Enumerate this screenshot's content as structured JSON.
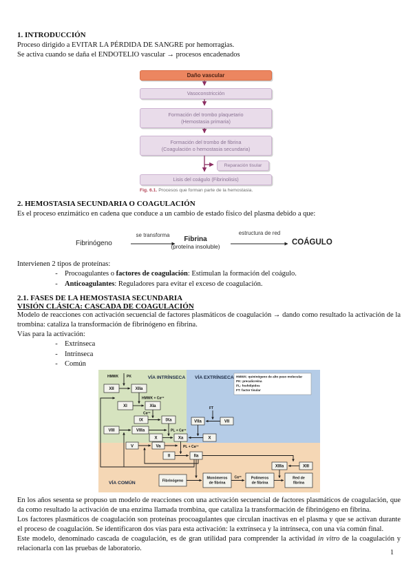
{
  "page": {
    "number": "1"
  },
  "colors": {
    "arrow_purple": "#8c2e62",
    "salmon_box": "#ec8660",
    "lavender_box": "#e9dcea",
    "intrinsic_bg": "#d6e3bf",
    "extrinsic_bg": "#b5cce7",
    "common_bg": "#f5d7b5"
  },
  "bullet": "-",
  "intro": {
    "heading": "1. INTRODUCCIÓN",
    "line1": "Proceso dirigido a EVITAR LA PÉRDIDA DE SANGRE por hemorragias.",
    "line2": "Se activa cuando se daña el ENDOTELIO vascular → procesos encadenados"
  },
  "fig1": {
    "box1": "Daño vascular",
    "box2": "Vasoconstricción",
    "box3_l1": "Formación del trombo plaquetario",
    "box3_l2": "(Hemostasia primaria)",
    "box4_l1": "Formación del trombo de fibrina",
    "box4_l2": "(Coagulación o hemostasia secundaria)",
    "box5": "Reparación tisular",
    "box6": "Lisis del coágulo (Fibrinolisis)",
    "caption_bold": "Fig. 6.1.",
    "caption_rest": " Procesos que forman parte de la hemostasia."
  },
  "sec2": {
    "heading": "2. HEMOSTASIA SECUNDARIA O COAGULACIÓN",
    "body": "Es el proceso enzimático en cadena que conduce a un cambio de estado físico del plasma debido a que:"
  },
  "transform": {
    "start": "Fibrinógeno",
    "arrow1_label": "se transforma",
    "mid_bold": "Fibrina",
    "mid_sub": "(proteína insoluble)",
    "arrow2_label": "estructura de red",
    "end": "COÁGULO"
  },
  "proteins": {
    "intro": "Intervienen 2 tipos de proteínas:",
    "item1_pre": "Procoagulantes o ",
    "item1_bold": "factores de coagulación",
    "item1_post": ": Estimulan la formación del coágulo.",
    "item2_bold": "Anticoagulantes",
    "item2_post": ": Reguladores para evitar el exceso de coagulación."
  },
  "sec21": {
    "heading": "2.1. FASES DE LA HEMOSTASIA SECUNDARIA",
    "subheading": "VISIÓN CLÁSICA: CASCADA DE COAGULACIÓN",
    "body1": "Modelo de reacciones con activación secuencial de factores plasmáticos de coagulación → dando como resultado la activación de la trombina: cataliza la transformación de fibrinógeno en fibrina.",
    "vias_label": "Vías para la activación:",
    "vias": [
      "Extrínseca",
      "Intrínseca",
      "Común"
    ]
  },
  "cascade": {
    "intrinsic_label": "VÍA INTRÍNSECA",
    "extrinsic_label": "VÍA EXTRÍNSECA",
    "common_label": "VÍA COMÚN",
    "legend": [
      "HMWK: quininógeno de alto peso molecular",
      "PK: precalicreína",
      "PL: fosfolípidos",
      "FT: factor tisular"
    ],
    "factors": {
      "xii": "XII",
      "xiia": "XIIa",
      "xi": "XI",
      "xia": "XIa",
      "ix": "IX",
      "ixa": "IXa",
      "viii": "VIII",
      "viiia": "VIIIa",
      "vii": "VII",
      "viia": "VIIa",
      "x": "X",
      "xa": "Xa",
      "v": "V",
      "va": "Va",
      "ii": "II",
      "iia": "IIa",
      "xiii": "XIII",
      "xiiia": "XIIIa"
    },
    "labels": {
      "hmwk": "HMWK",
      "pk": "PK",
      "hmwk_ca": "HMWK + Ca²⁺",
      "ca": "Ca²⁺",
      "pl_ca": "PL + Ca²⁺",
      "ft": "FT"
    },
    "boxes": {
      "fibrinogeno": "Fibrinógeno",
      "monomeros_l1": "Monómeros",
      "monomeros_l2": "de fibrina",
      "polimeros_l1": "Polímeros",
      "polimeros_l2": "de fibrina",
      "red_l1": "Red de",
      "red_l2": "fibrina"
    }
  },
  "outro": {
    "p1": "En los años sesenta se propuso un modelo de reacciones con una activación secuencial de factores plasmáticos de coagulación, que da como resultado la activación de una enzima llamada trombina, que cataliza la transformación de fibrinógeno en fibrina.",
    "p2": "Los factores plasmáticos de coagulación son proteínas procoagulantes que circulan inactivas en el plasma y que se activan durante el proceso de coagulación. Se identificaron dos vías para esta activación: la extrínseca y la intrínseca, con una vía común final.",
    "p3_pre": "Este modelo, denominado cascada de coagulación, es de gran utilidad para comprender la actividad ",
    "p3_italic": "in vitro",
    "p3_post": " de la coagulación y relacionarla con las pruebas de laboratorio."
  }
}
